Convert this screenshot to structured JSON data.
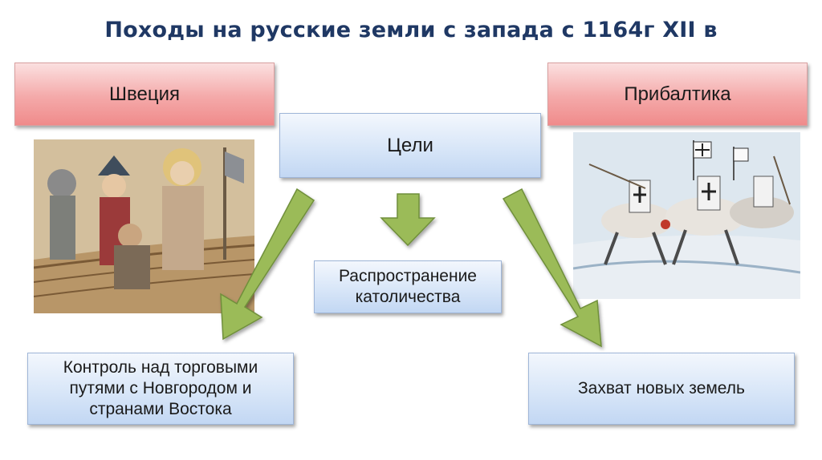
{
  "title": "Походы на русские земли с запада с 1164г XII в",
  "left_header": "Швеция",
  "right_header": "Прибалтика",
  "center_header": "Цели",
  "goals": {
    "center": [
      "Распространение",
      "католичества"
    ],
    "left": [
      "Контроль над торговыми",
      "путями с Новгородом и",
      "странами Востока"
    ],
    "right": [
      "Захват новых земель"
    ]
  },
  "colors": {
    "title": "#1f3864",
    "arrow_fill": "#9bbb59",
    "arrow_stroke": "#6f8f3a"
  },
  "images": {
    "left": "fresco-illustration",
    "right": "knights-on-horseback-illustration"
  }
}
